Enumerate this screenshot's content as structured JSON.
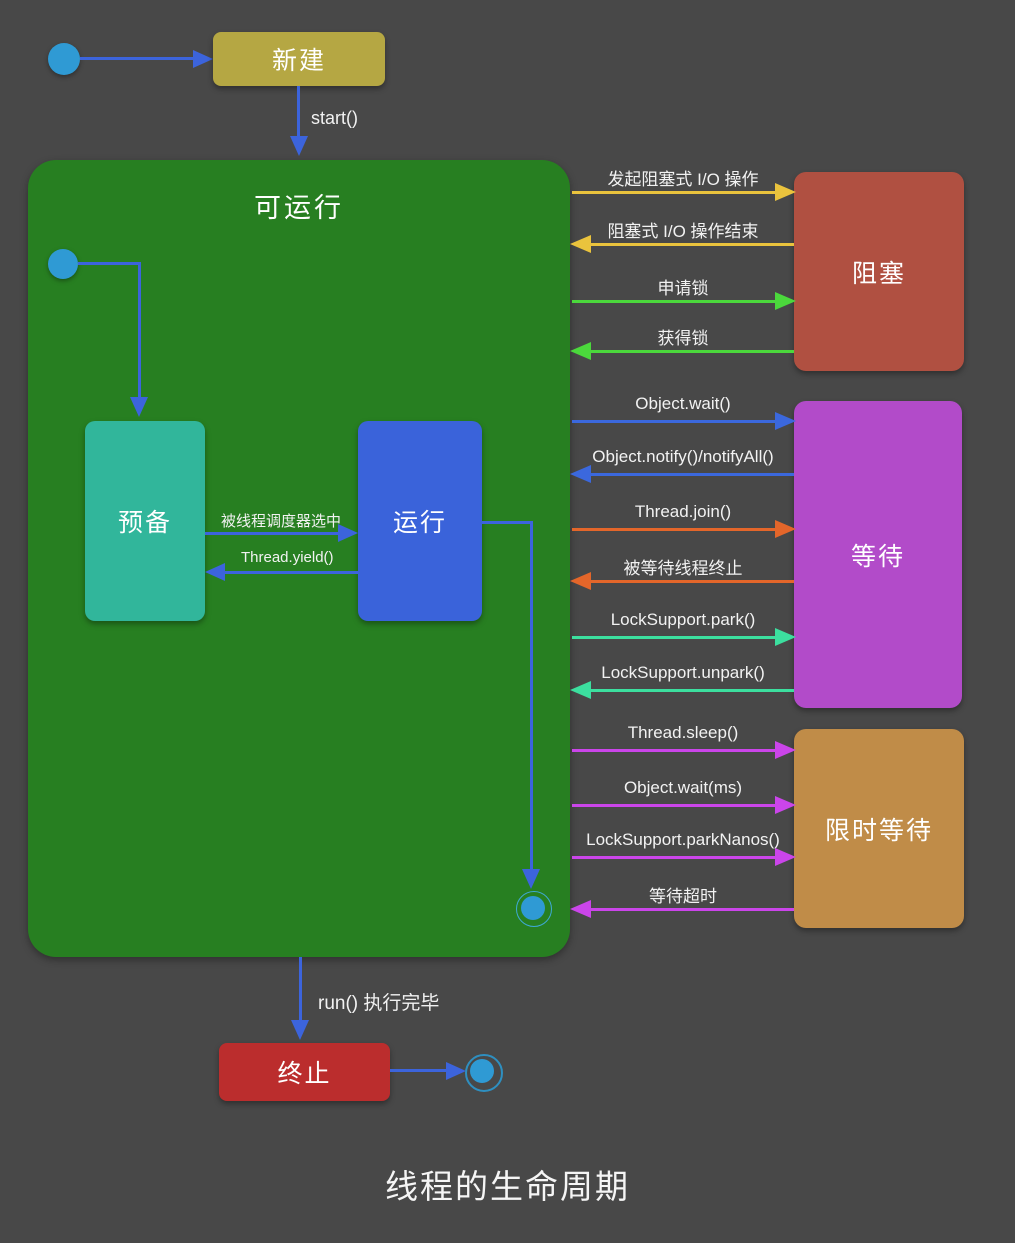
{
  "diagram_title": "线程的生命周期",
  "states": {
    "new": "新建",
    "runnable": "可运行",
    "ready": "预备",
    "running": "运行",
    "blocked": "阻塞",
    "waiting": "等待",
    "timed_waiting": "限时等待",
    "terminated": "终止"
  },
  "transitions": {
    "start": "start()",
    "scheduler_select": "被线程调度器选中",
    "yield": "Thread.yield()",
    "run_complete": "run() 执行完毕",
    "right_arrows": [
      {
        "label": "发起阻塞式 I/O 操作",
        "direction": "right",
        "color": "#eac33d"
      },
      {
        "label": "阻塞式 I/O 操作结束",
        "direction": "left",
        "color": "#eac33d"
      },
      {
        "label": "申请锁",
        "direction": "right",
        "color": "#4bd83c"
      },
      {
        "label": "获得锁",
        "direction": "left",
        "color": "#4bd83c"
      },
      {
        "label": "Object.wait()",
        "direction": "right",
        "color": "#3b68dd"
      },
      {
        "label": "Object.notify()/notifyAll()",
        "direction": "left",
        "color": "#3b68dd"
      },
      {
        "label": "Thread.join()",
        "direction": "right",
        "color": "#e4662a"
      },
      {
        "label": "被等待线程终止",
        "direction": "left",
        "color": "#e4662a"
      },
      {
        "label": "LockSupport.park()",
        "direction": "right",
        "color": "#3cdf9f"
      },
      {
        "label": "LockSupport.unpark()",
        "direction": "left",
        "color": "#3cdf9f"
      },
      {
        "label": "Thread.sleep()",
        "direction": "right",
        "color": "#cb45ea"
      },
      {
        "label": "Object.wait(ms)",
        "direction": "right",
        "color": "#cb45ea"
      },
      {
        "label": "LockSupport.parkNanos()",
        "direction": "right",
        "color": "#cb45ea"
      },
      {
        "label": "等待超时",
        "direction": "left",
        "color": "#cb45ea"
      }
    ]
  },
  "colors": {
    "background": "#484848",
    "arrow_blue": "#3c64dc",
    "state_new": "#b5a743",
    "state_runnable": "#277f21",
    "state_ready": "#31b69b",
    "state_running": "#3a63da",
    "state_blocked": "#b05041",
    "state_waiting": "#b24bc9",
    "state_timed_waiting": "#c08c48",
    "state_terminated": "#bb2d2d",
    "start_end_dot": "#2f9ad4",
    "arrow_yellow": "#eac33d",
    "arrow_green": "#4bd83c",
    "arrow_orange": "#e4662a",
    "arrow_teal": "#3cdf9f",
    "arrow_magenta": "#cb45ea"
  }
}
